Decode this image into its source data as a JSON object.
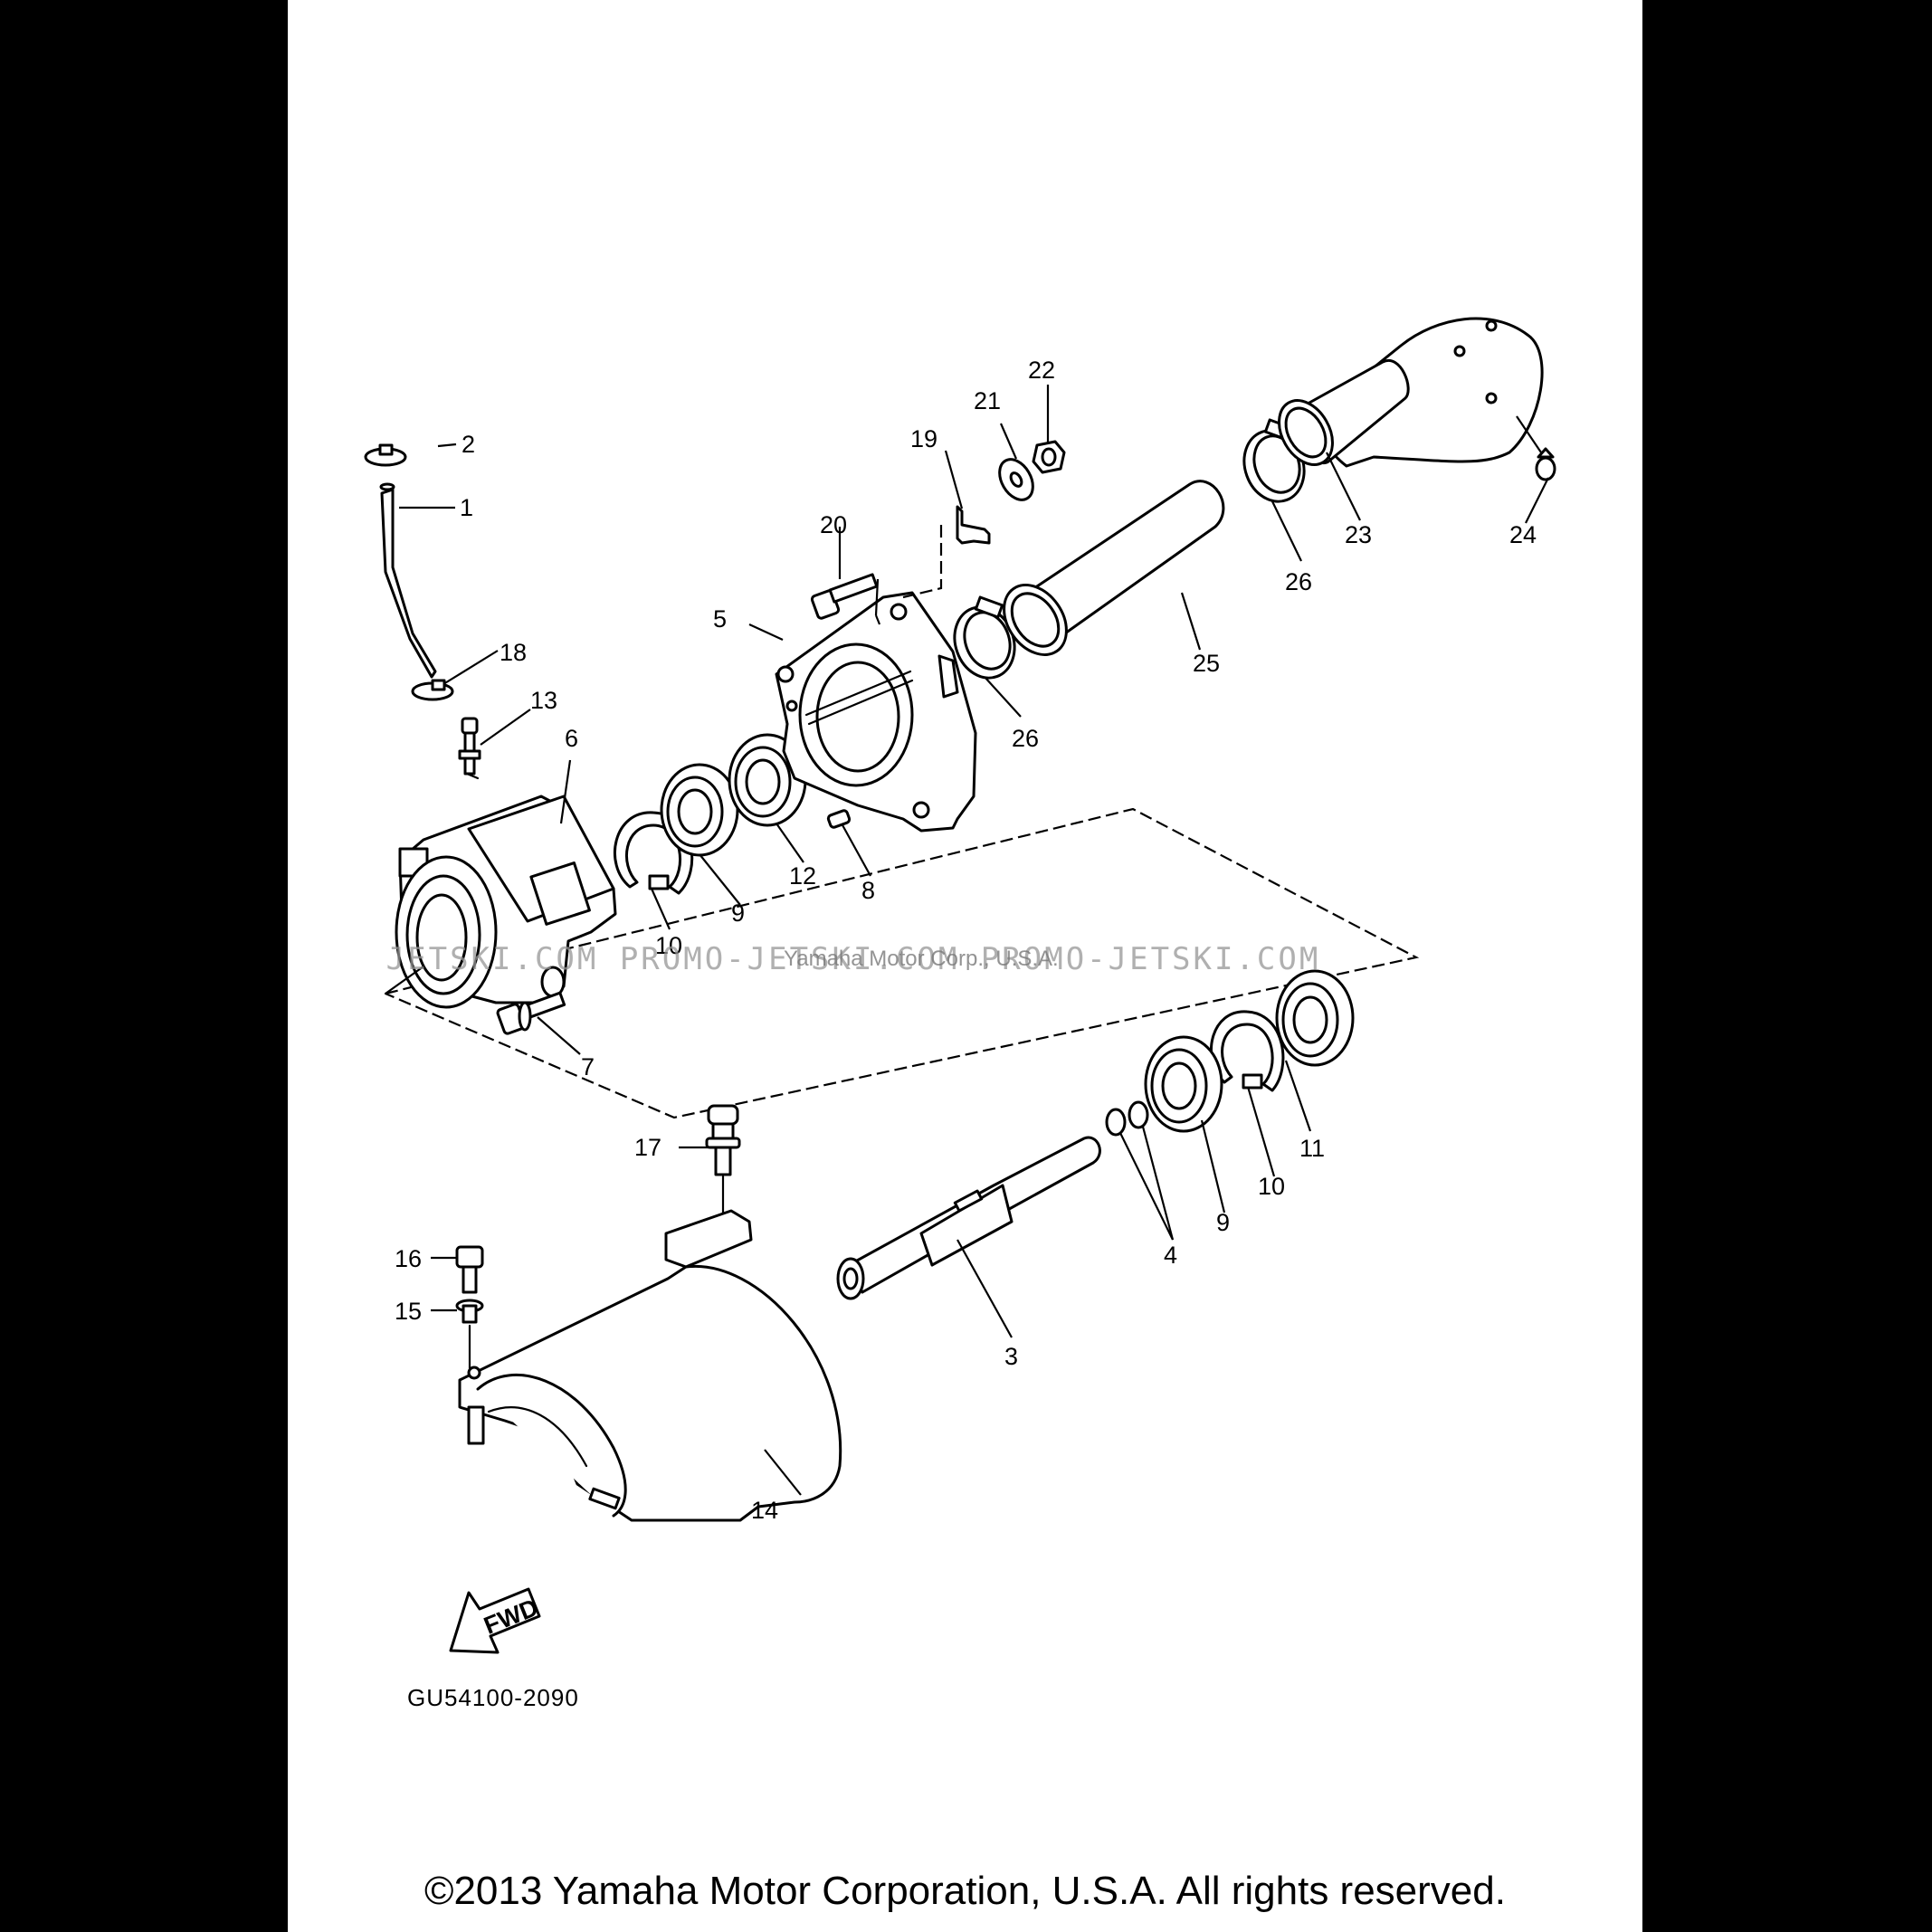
{
  "diagram": {
    "code": "GU54100-2090",
    "fwd_label": "FWD",
    "copyright": "©2013 Yamaha Motor Corporation, U.S.A. All rights reserved.",
    "watermark": "JETSKI.COM    PROMO-JETSKI.COM    PROMO-JETSKI.COM",
    "watermark_credit": "Yamaha Motor Corp., U.S.A."
  },
  "callouts": {
    "c1": "1",
    "c2": "2",
    "c3": "3",
    "c4": "4",
    "c5": "5",
    "c6": "6",
    "c7": "7",
    "c8": "8",
    "c9a": "9",
    "c9b": "9",
    "c10a": "10",
    "c10b": "10",
    "c11": "11",
    "c12": "12",
    "c13": "13",
    "c14": "14",
    "c15": "15",
    "c16": "16",
    "c17": "17",
    "c18": "18",
    "c19": "19",
    "c20": "20",
    "c21": "21",
    "c22": "22",
    "c23": "23",
    "c24": "24",
    "c25": "25",
    "c26a": "26",
    "c26b": "26"
  }
}
